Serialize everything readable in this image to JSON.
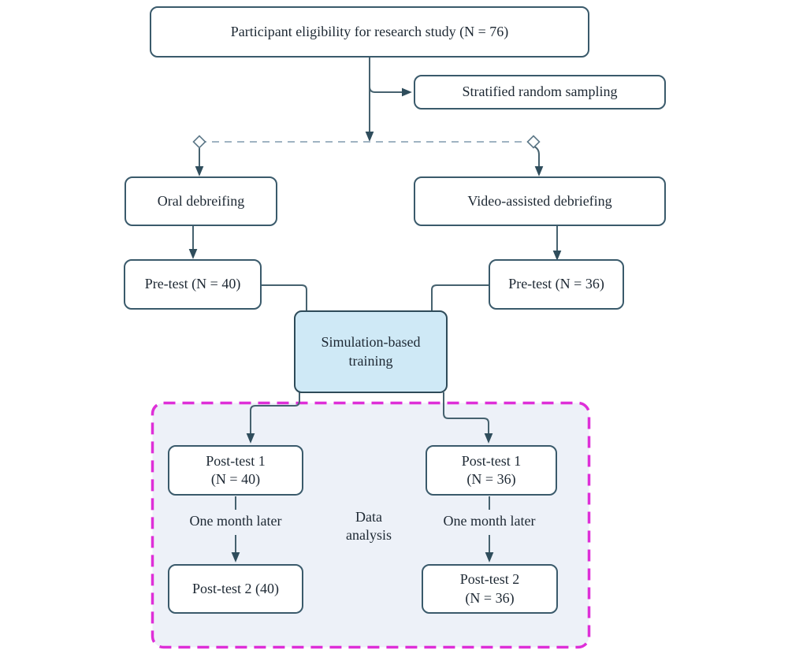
{
  "diagram": {
    "nodes": {
      "eligibility": "Participant eligibility for research study (N = 76)",
      "sampling": "Stratified random sampling",
      "oral_debriefing": "Oral debreifing",
      "video_debriefing": "Video-assisted debriefing",
      "pretest_oral": "Pre-test (N = 40)",
      "pretest_video": "Pre-test (N = 36)",
      "simulation": "Simulation-based\ntraining",
      "posttest1_oral": "Post-test 1\n(N = 40)",
      "posttest1_video": "Post-test 1\n(N = 36)",
      "posttest2_oral": "Post-test 2 (40)",
      "posttest2_video": "Post-test 2\n(N = 36)"
    },
    "annotations": {
      "one_month_oral": "One month later",
      "one_month_video": "One month later",
      "data_analysis": "Data\nanalysis"
    },
    "colors": {
      "node_border": "#3a5a6b",
      "node_fill": "#ffffff",
      "text": "#1d2833",
      "connector": "#46626f",
      "arrowhead": "#2f4d5c",
      "branch_dashed_line": "#9fb3c2",
      "simulation_fill": "#cfe9f6",
      "simulation_border": "#2e4b59",
      "analysis_region_border": "#de2fd8",
      "analysis_region_fill": "#edf1f8",
      "background": "#ffffff"
    }
  }
}
